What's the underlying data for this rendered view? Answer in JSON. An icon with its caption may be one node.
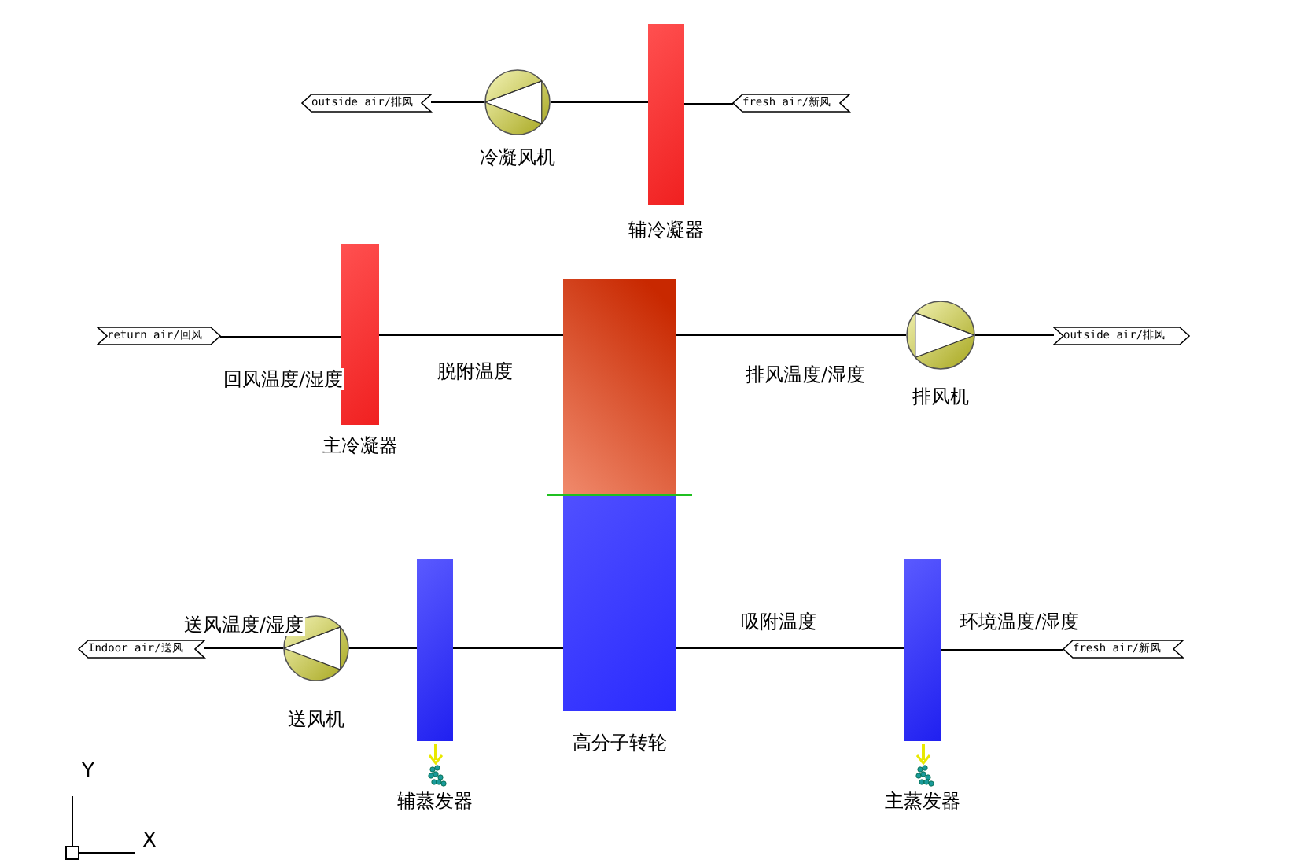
{
  "diagram": {
    "nodes": [
      {
        "text": [
          "outside air/排风"
        ]
      },
      {
        "text": [],
        "shape": "circle",
        "beside": [
          "冷凝风机"
        ]
      },
      {
        "text": [],
        "shape": "bar",
        "beside": [
          "辅冷凝器"
        ]
      },
      {
        "text": [
          "fresh air/新风"
        ]
      },
      {
        "text": [
          "return air/回风"
        ]
      },
      {
        "text": [],
        "shape": "bar",
        "beside": [
          "主冷凝器"
        ]
      },
      {
        "text": [],
        "shape": "box",
        "beside": [
          "高分子转轮"
        ]
      },
      {
        "text": [],
        "shape": "circle",
        "beside": [
          "排风机"
        ]
      },
      {
        "text": [
          "outside air/排风"
        ]
      },
      {
        "text": [
          "Indoor air/送风"
        ]
      },
      {
        "text": [],
        "shape": "circle",
        "beside": [
          "送风机"
        ]
      },
      {
        "text": [],
        "shape": "bar",
        "beside": [
          "辅蒸发器"
        ]
      },
      {
        "text": [],
        "shape": "bar",
        "beside": [
          "主蒸发器"
        ]
      },
      {
        "text": [
          "fresh air/新风"
        ]
      }
    ],
    "edges": [
      {
        "from": 3,
        "to": 2,
        "arrow": "none"
      },
      {
        "from": 2,
        "to": 1,
        "arrow": "none"
      },
      {
        "from": 1,
        "to": 0,
        "arrow": "none"
      },
      {
        "from": 4,
        "to": 5,
        "arrow": "none",
        "label": "回风温度/湿度"
      },
      {
        "from": 5,
        "to": 6,
        "arrow": "none",
        "label": "脱附温度"
      },
      {
        "from": 6,
        "to": 7,
        "arrow": "none",
        "label": "排风温度/湿度"
      },
      {
        "from": 7,
        "to": 8,
        "arrow": "none"
      },
      {
        "from": 13,
        "to": 12,
        "arrow": "none",
        "label": "环境温度/湿度"
      },
      {
        "from": 12,
        "to": 6,
        "arrow": "none",
        "label": "吸附温度"
      },
      {
        "from": 6,
        "to": 11,
        "arrow": "none"
      },
      {
        "from": 11,
        "to": 10,
        "arrow": "none"
      },
      {
        "from": 10,
        "to": 9,
        "arrow": "none",
        "label": "送风温度/湿度"
      }
    ],
    "labels": [
      "Y",
      "X"
    ]
  }
}
